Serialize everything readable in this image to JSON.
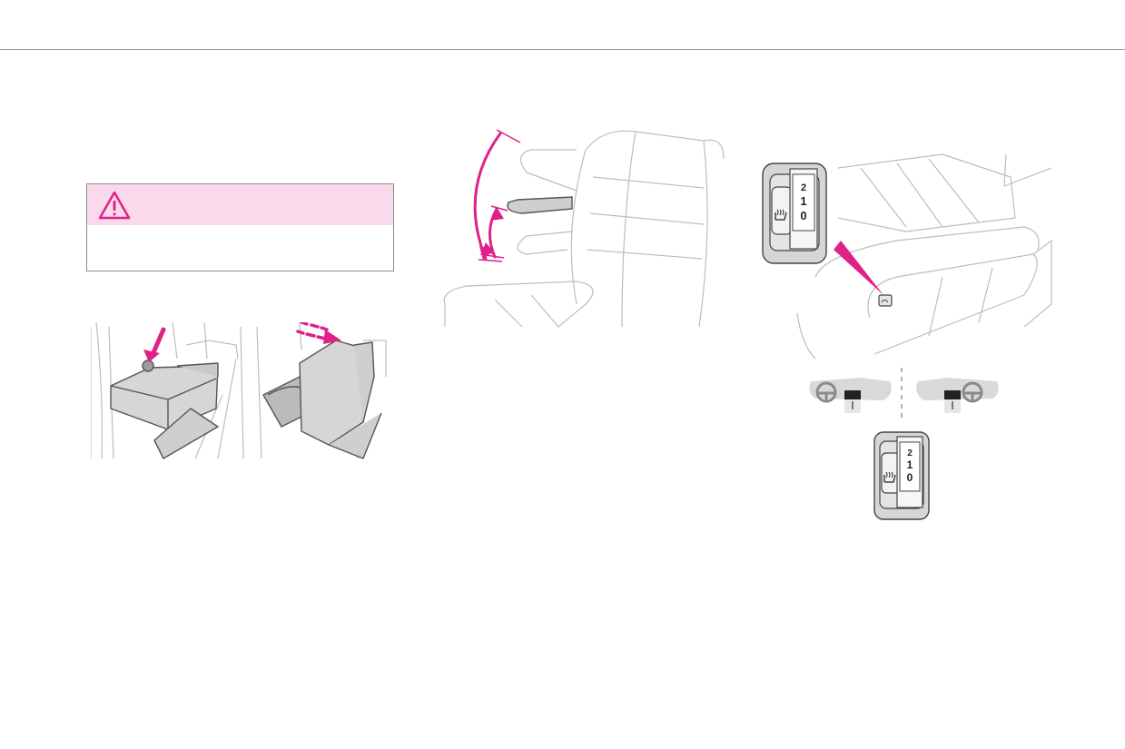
{
  "colors": {
    "accent": "#e0218a",
    "accent_light": "#f9d9ea",
    "rule": "#9a9a9a",
    "line_art": "#bdbdbd"
  },
  "warning": {
    "icon": "warning-triangle-icon"
  },
  "heater_switch": {
    "icon": "seat-heating-icon",
    "scale_top": "2",
    "scale_mid": "1",
    "scale_bottom": "0"
  },
  "drive_side": {
    "left_icon": "steering-wheel-icon",
    "right_icon": "steering-wheel-icon"
  }
}
